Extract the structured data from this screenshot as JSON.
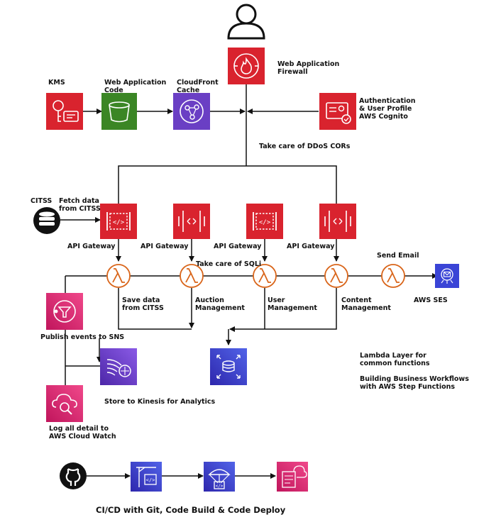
{
  "labels": {
    "waf": "Web Application\nFirewall",
    "kms": "KMS",
    "webcode": "Web Application\nCode",
    "cloudfront": "CloudFront\nCache",
    "auth": "Authentication\n& User Profile\nAWS Cognito",
    "ddos": "Take care of DDoS CORs",
    "citss": "CITSS",
    "fetch": "Fetch data\nfrom CITSS",
    "apigw1": "API Gateway",
    "apigw2": "API Gateway",
    "apigw3": "API Gateway",
    "apigw4": "API Gateway",
    "sqli": "Take care of SQLi",
    "send_email": "Send Email",
    "ses": "AWS SES",
    "save_data": "Save data\nfrom CITSS",
    "auction": "Auction\nManagement",
    "user_mgmt": "User\nManagement",
    "content": "Content\nManagement",
    "sns": "Publish events to SNS",
    "layer": "Lambda Layer for\ncommon functions",
    "workflows": "Building Business Workflows\nwith AWS Step Functions",
    "kinesis": "Store to Kinesis for Analytics",
    "cloudwatch": "Log all detail to\nAWS Cloud Watch",
    "cicd": "CI/CD with Git, Code Build & Code Deploy"
  },
  "colors": {
    "security_red": "#d9232e",
    "storage_green": "#3b8625",
    "network_purple": "#6a3fc4",
    "compute_orange": "#d9651a",
    "app_integration_pink": "#d6215a",
    "database_blue": "#3247c4",
    "devtools_blue": "#3a44d6",
    "line": "#111111"
  }
}
